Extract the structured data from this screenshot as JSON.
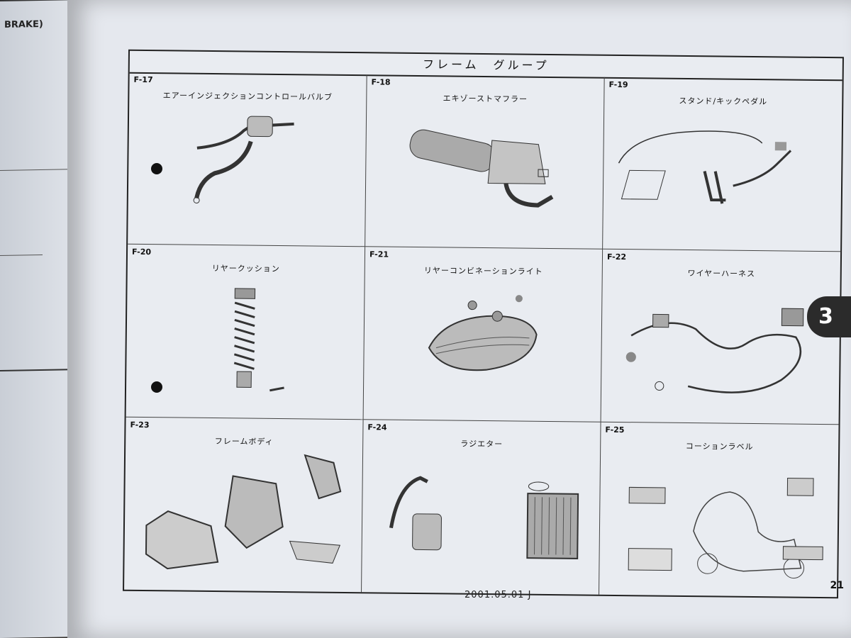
{
  "left_page": {
    "label": "BRAKE)"
  },
  "group_title": "フレーム　グループ",
  "sections": [
    {
      "code": "F-17",
      "name": "エアーインジェクションコントロールバルブ"
    },
    {
      "code": "F-18",
      "name": "エキゾーストマフラー"
    },
    {
      "code": "F-19",
      "name": "スタンド/キックペダル"
    },
    {
      "code": "F-20",
      "name": "リヤークッション"
    },
    {
      "code": "F-21",
      "name": "リヤーコンビネーションライト"
    },
    {
      "code": "F-22",
      "name": "ワイヤーハーネス"
    },
    {
      "code": "F-23",
      "name": "フレームボディ"
    },
    {
      "code": "F-24",
      "name": "ラジエター"
    },
    {
      "code": "F-25",
      "name": "コーションラベル"
    }
  ],
  "footer_date": "2001.05.01 J",
  "page_number": "21",
  "chapter_tab": "3"
}
